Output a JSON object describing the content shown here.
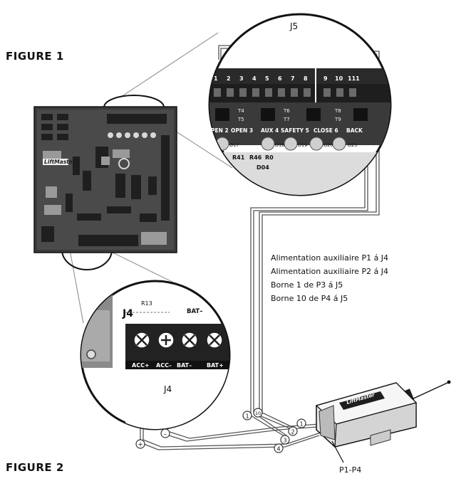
{
  "figures": {
    "figure1_title": "FIGURE 1",
    "figure2_title": "FIGURE 2"
  },
  "callouts": {
    "j5_label": "J5",
    "j4_label": "J4",
    "p1p4_label": "P1-P4"
  },
  "notes": [
    "Alimentation auxiliaire P1 á J4",
    "Alimentation auxiliaire P2 á J4",
    "Borne 1 de P3 á J5",
    "Borne 10 de P4 á J5"
  ],
  "j5_zoom": {
    "terminal_numbers": [
      "1",
      "2",
      "3",
      "4",
      "5",
      "6",
      "7",
      "8",
      "9",
      "10",
      "111"
    ],
    "row_label": "5",
    "switch_labels": [
      "T4",
      "T5",
      "T6",
      "T7",
      "T8",
      "T9"
    ],
    "function_labels": [
      "PEN 2",
      "OPEN 3",
      "AUX 4",
      "SAFETY 5",
      "CLOSE 6",
      "BACK"
    ],
    "led_labels": [
      "D17",
      "D18",
      "D19",
      "D20",
      "D23"
    ],
    "resistor_labels": [
      "R41",
      "R46",
      "R0",
      "D04"
    ]
  },
  "j4_zoom": {
    "board_label": "J4",
    "resistor_label": "R13",
    "bat_top_label": "BAT–",
    "terminal_labels": [
      "ACC+",
      "ACC–",
      "BAT–",
      "BAT+"
    ]
  },
  "board": {
    "brand": "LiftMaster"
  },
  "receiver": {
    "brand": "LiftMaster"
  },
  "wire_markers": {
    "board_side": [
      "1",
      "10"
    ],
    "receiver_side": [
      "1",
      "2",
      "3",
      "4"
    ],
    "polarity": [
      "+",
      "–"
    ]
  },
  "colors": {
    "line": "#444444",
    "board_dark": "#2a2a2a",
    "board_mid": "#8a8a8a",
    "zoom_fill": "#ffffff",
    "terminal_dark": "#1e1e1e"
  }
}
